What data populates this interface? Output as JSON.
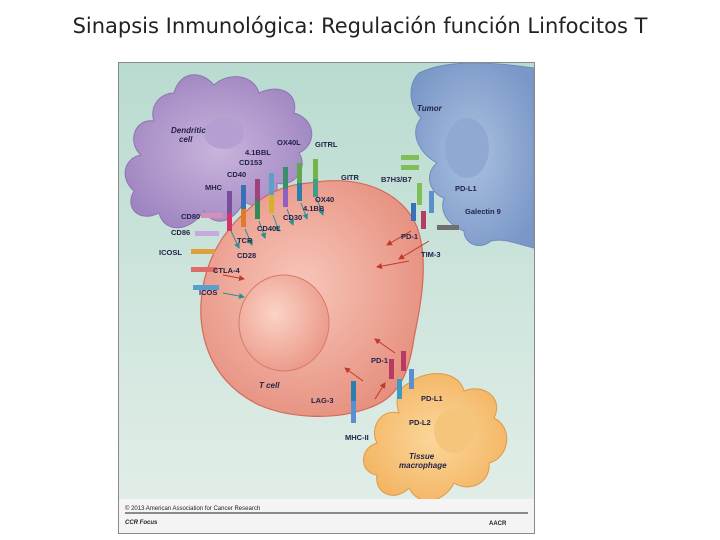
{
  "slide_title": "Sinapsis Inmunológica: Regulación función Linfocitos T",
  "cells": {
    "dendritic": "Dendritic\ncell",
    "tumor": "Tumor",
    "t_cell": "T cell",
    "macrophage": "Tissue\nmacrophage"
  },
  "labels": {
    "ox40l": "OX40L",
    "gitrl": "GITRL",
    "bbl41": "4.1BBL",
    "cd153": "CD153",
    "cd40": "CD40",
    "mhc": "MHC",
    "gitr": "GITR",
    "ox40": "OX40",
    "bb41": "4.1BB",
    "cd30": "CD30",
    "cd80": "CD80",
    "cd86": "CD86",
    "cd40l": "CD40L",
    "icosl": "ICOSL",
    "tcr": "TCR",
    "cd28": "CD28",
    "ctla4": "CTLA-4",
    "icos": "ICOS",
    "b7h3": "B7H3/B7",
    "pdl1_tumor": "PD-L1",
    "galectin9": "Galectin 9",
    "pd1_tumor": "PD-1",
    "tim3": "TIM-3",
    "pd1_mac": "PD-1",
    "pdl1_mac": "PD-L1",
    "lag3": "LAG-3",
    "pdl2": "PD-L2",
    "mhcii": "MHC-II"
  },
  "footer": {
    "copyright": "© 2013 American Association for Cancer Research",
    "series": "CCR Focus",
    "logo": "AACR"
  }
}
